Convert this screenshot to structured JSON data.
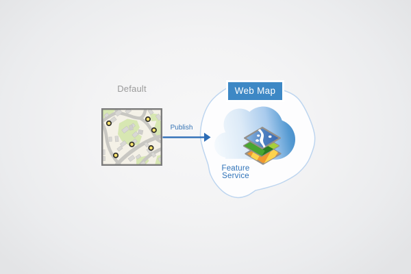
{
  "diagram": {
    "map_thumbnail": {
      "label": "Default"
    },
    "arrow": {
      "label": "Publish"
    },
    "web_map": {
      "label": "Web Map"
    },
    "feature_service": {
      "label_line1": "Feature",
      "label_line2": "Service"
    }
  },
  "colors": {
    "background_edge": "#e3e4e6",
    "background_center": "#f6f6f7",
    "arrow_blue": "#2d6db6",
    "publish_text": "#3c7cbe",
    "webmap_box": "#3d88c5",
    "webmap_text": "#ffffff",
    "feature_text": "#2e72b8",
    "default_text": "#9a9a9a",
    "outline_cloud_stroke": "#b7d0eb",
    "cloud_light": "#f1f7fc",
    "cloud_dark": "#4a90cc",
    "map_background": "#f4f1e7",
    "map_road": "#c7c6c1",
    "map_green": "#d7e7b2",
    "map_house": "#d9d8d5",
    "map_point_fill": "#ffe36a",
    "map_point_ring": "#2b2b26",
    "map_border": "#7b7b7b"
  }
}
